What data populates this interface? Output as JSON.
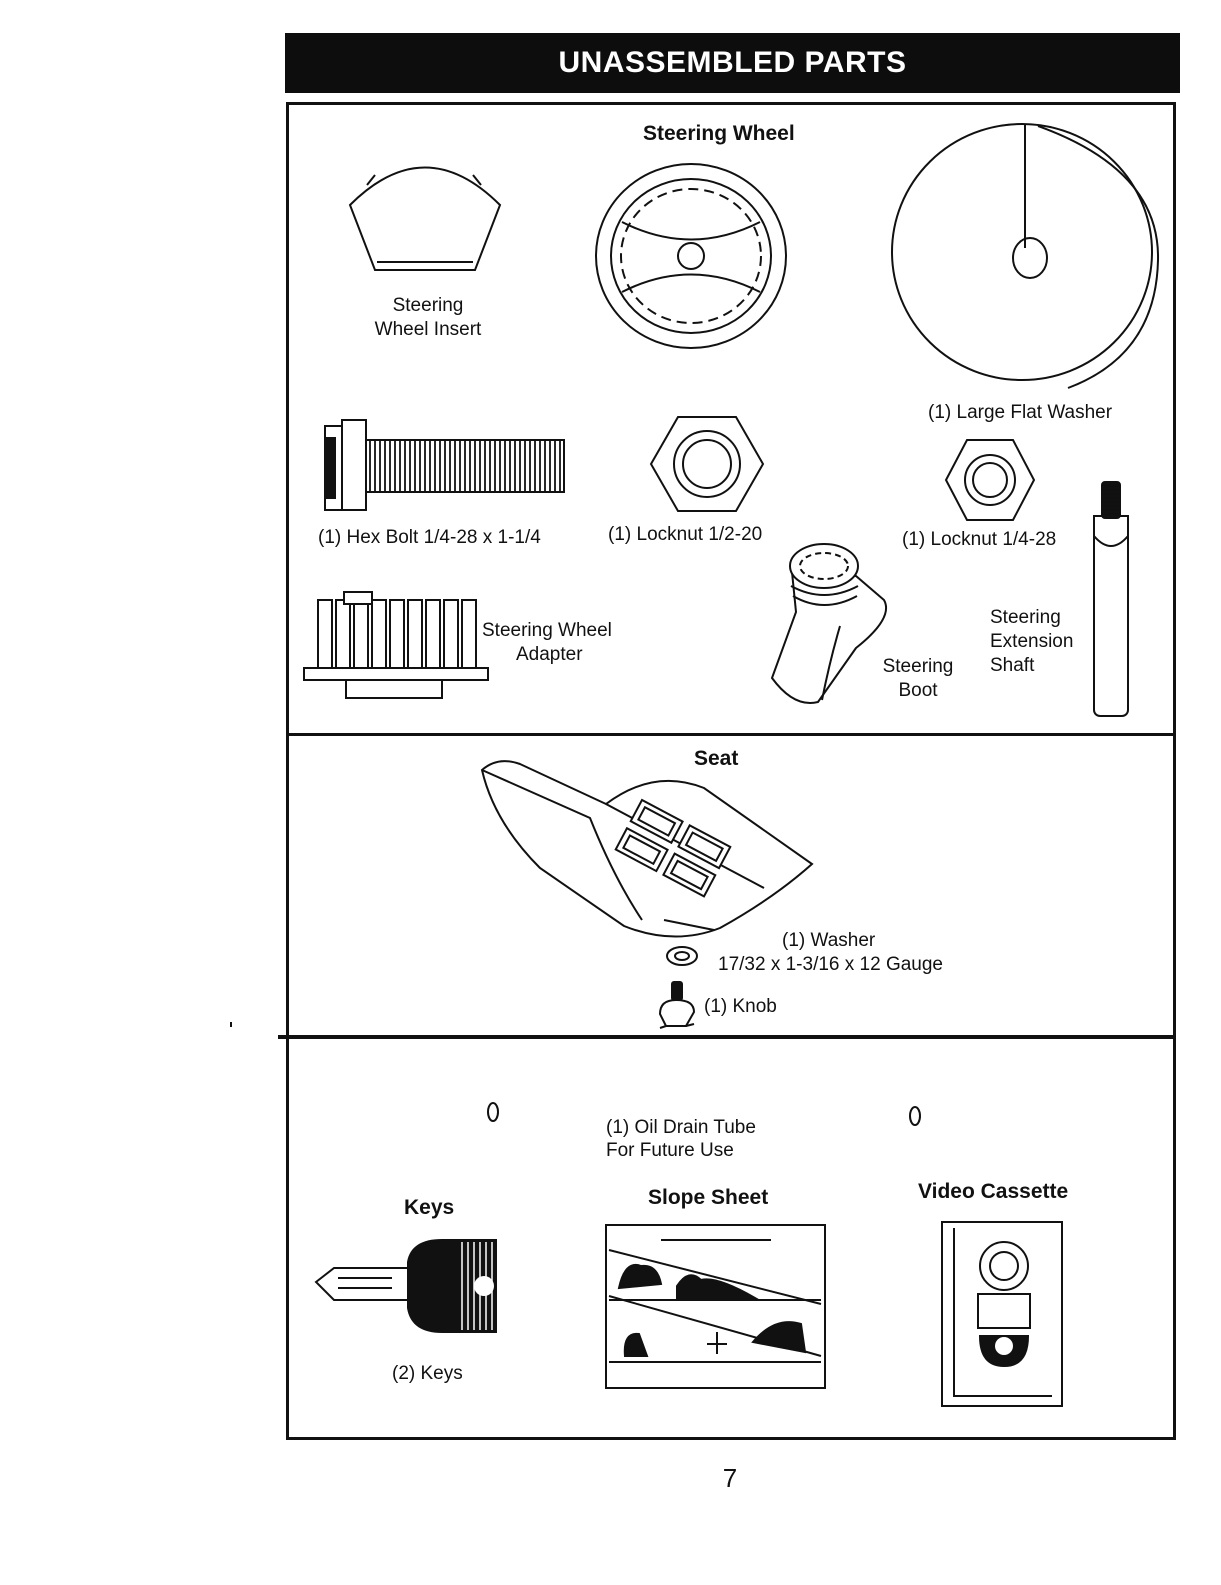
{
  "header": {
    "title": "UNASSEMBLED PARTS"
  },
  "section1": {
    "steering_wheel_title": "Steering Wheel",
    "insert_label_line1": "Steering",
    "insert_label_line2": "Wheel Insert",
    "large_flat_washer": "(1) Large Flat Washer",
    "hex_bolt": "(1) Hex Bolt  1/4-28 x 1-1/4",
    "locknut_half": "(1) Locknut  1/2-20",
    "locknut_quarter": "(1) Locknut  1/4-28",
    "adapter_line1": "Steering Wheel",
    "adapter_line2": "Adapter",
    "boot_line1": "Steering",
    "boot_line2": "Boot",
    "shaft_line1": "Steering",
    "shaft_line2": "Extension",
    "shaft_line3": "Shaft"
  },
  "section2": {
    "seat_title": "Seat",
    "washer_line1": "(1) Washer",
    "washer_line2": "17/32 x 1-3/16 x 12 Gauge",
    "knob": "(1) Knob"
  },
  "section3": {
    "tube_line1": "(1) Oil Drain Tube",
    "tube_line2": "For Future Use",
    "keys_title": "Keys",
    "keys_label": "(2) Keys",
    "slope_title": "Slope Sheet",
    "video_title": "Video Cassette"
  },
  "footer": {
    "page_number": "7"
  }
}
